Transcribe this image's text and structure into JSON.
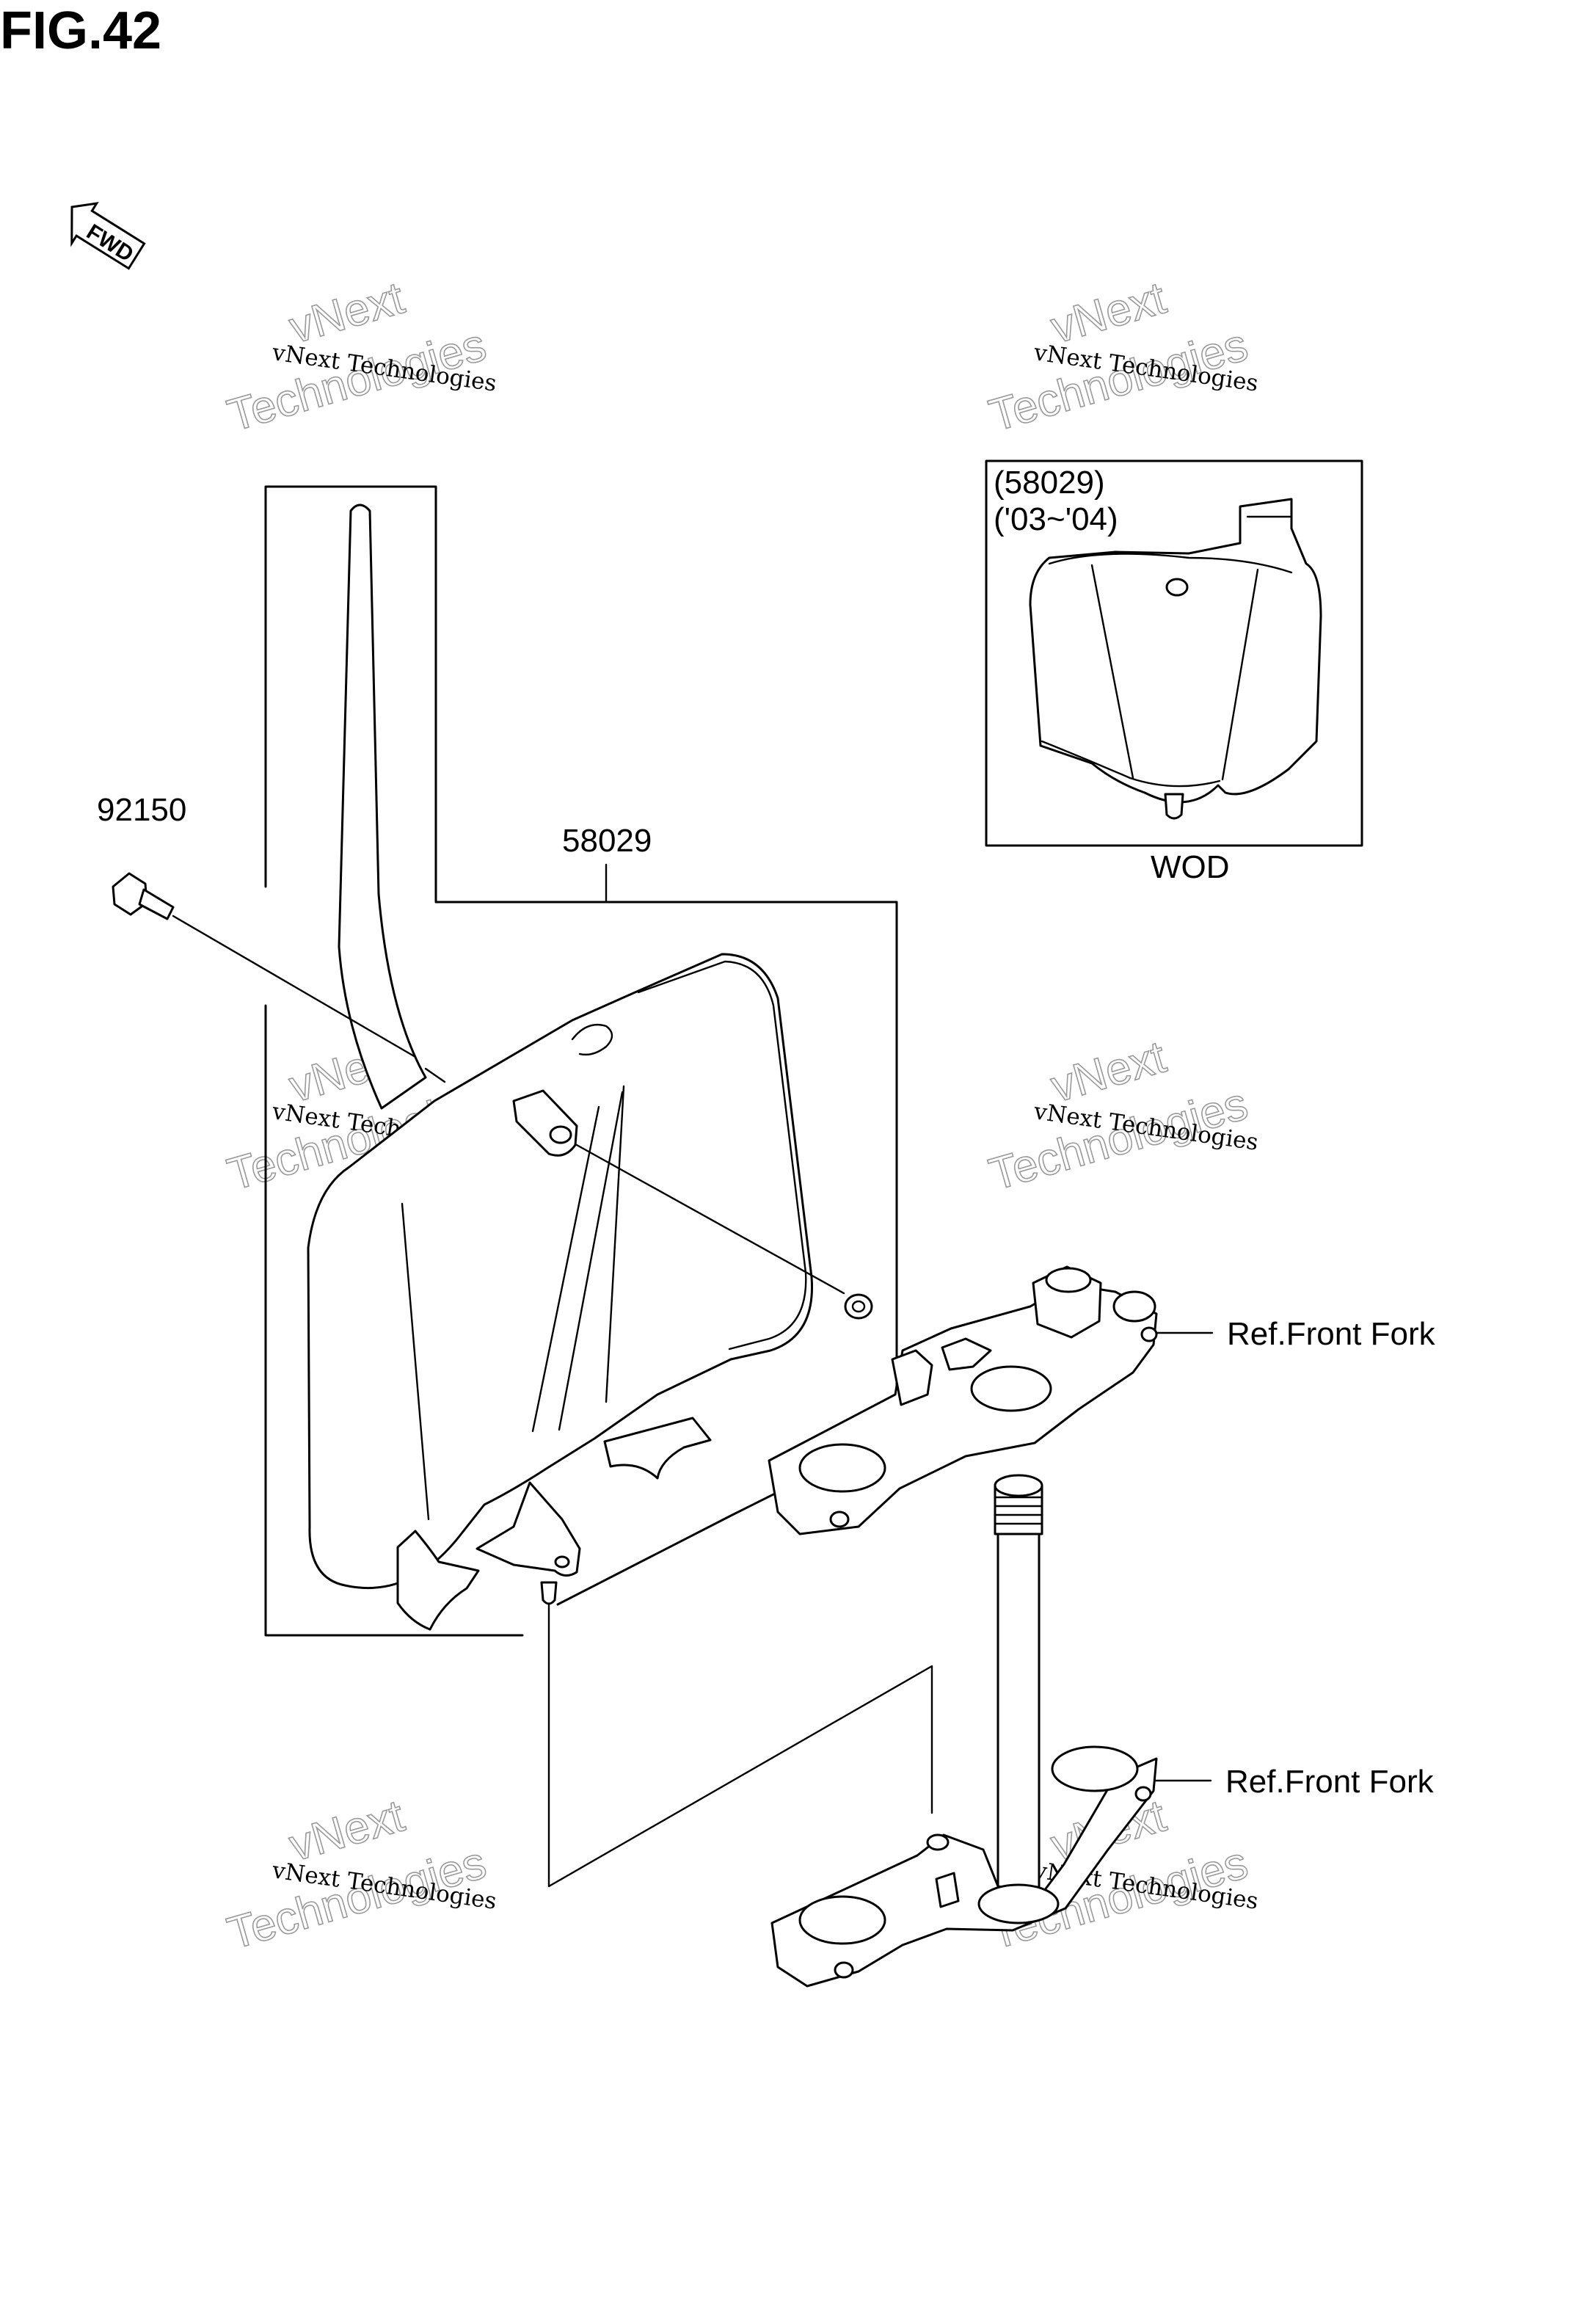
{
  "figure": {
    "title": "FIG.42"
  },
  "fwd_badge": {
    "label": "FWD",
    "icon": "forward-arrow-icon"
  },
  "callouts": {
    "bolt": "92150",
    "number_plate": "58029",
    "inset_part": "(58029)",
    "inset_years": "('03~'04)",
    "inset_variant": "WOD",
    "ref_upper": "Ref.Front Fork",
    "ref_lower": "Ref.Front Fork"
  },
  "watermark": {
    "line1": "vNext Technologies",
    "line2": "vNext",
    "line3": "Technologies"
  },
  "colors": {
    "line": "#000000",
    "background": "#ffffff",
    "watermark_outline": "#9a9a9a"
  }
}
